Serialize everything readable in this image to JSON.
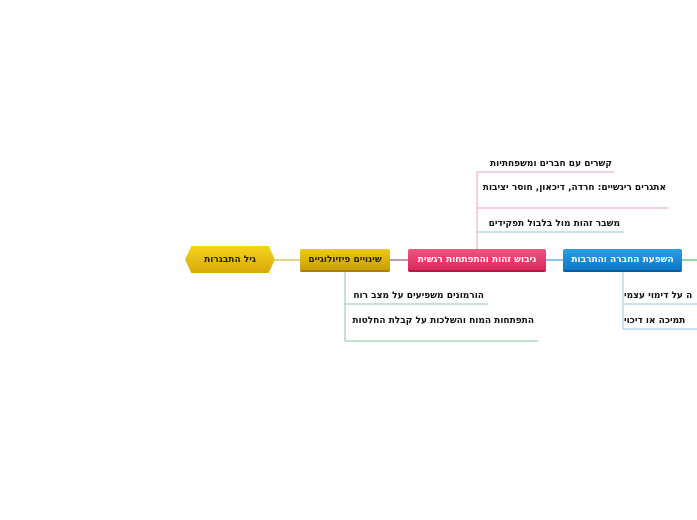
{
  "root": {
    "label": "גיל התבגרות"
  },
  "branches": [
    {
      "label": "שינויים פיזיולוגיים",
      "color": "#e2b80f",
      "children": [
        "הורמונים משפיעים על מצב רוח",
        "התפתחות המוח והשלכות על קבלת החלטות"
      ]
    },
    {
      "label": "גיבוש זהות והתפתחות רגשית",
      "color": "#e23d6c",
      "children": [
        "קשרים עם חברים ומשפחתיות",
        "אתגרים ריגשיים: חרדה, דיכאון, חוסר יציבות",
        "משבר זהות מול בלבול תפקידים"
      ]
    },
    {
      "label": "השפעת החברה והתרבות",
      "color": "#1a8ad8",
      "children": [
        "ה על דימוי עצמי",
        "תמיכה או דיכוי"
      ]
    }
  ],
  "colors": {
    "root_connector": "#c9a40c",
    "phys_connector": "#7a3b5e",
    "identity_connector": "#1a8ad8",
    "society_connector": "#33a54a",
    "phys_leaf_lines": "#8bc9a0",
    "identity_leaf_lines": "#f29bb8",
    "society_leaf_lines": "#8cc6ec"
  }
}
